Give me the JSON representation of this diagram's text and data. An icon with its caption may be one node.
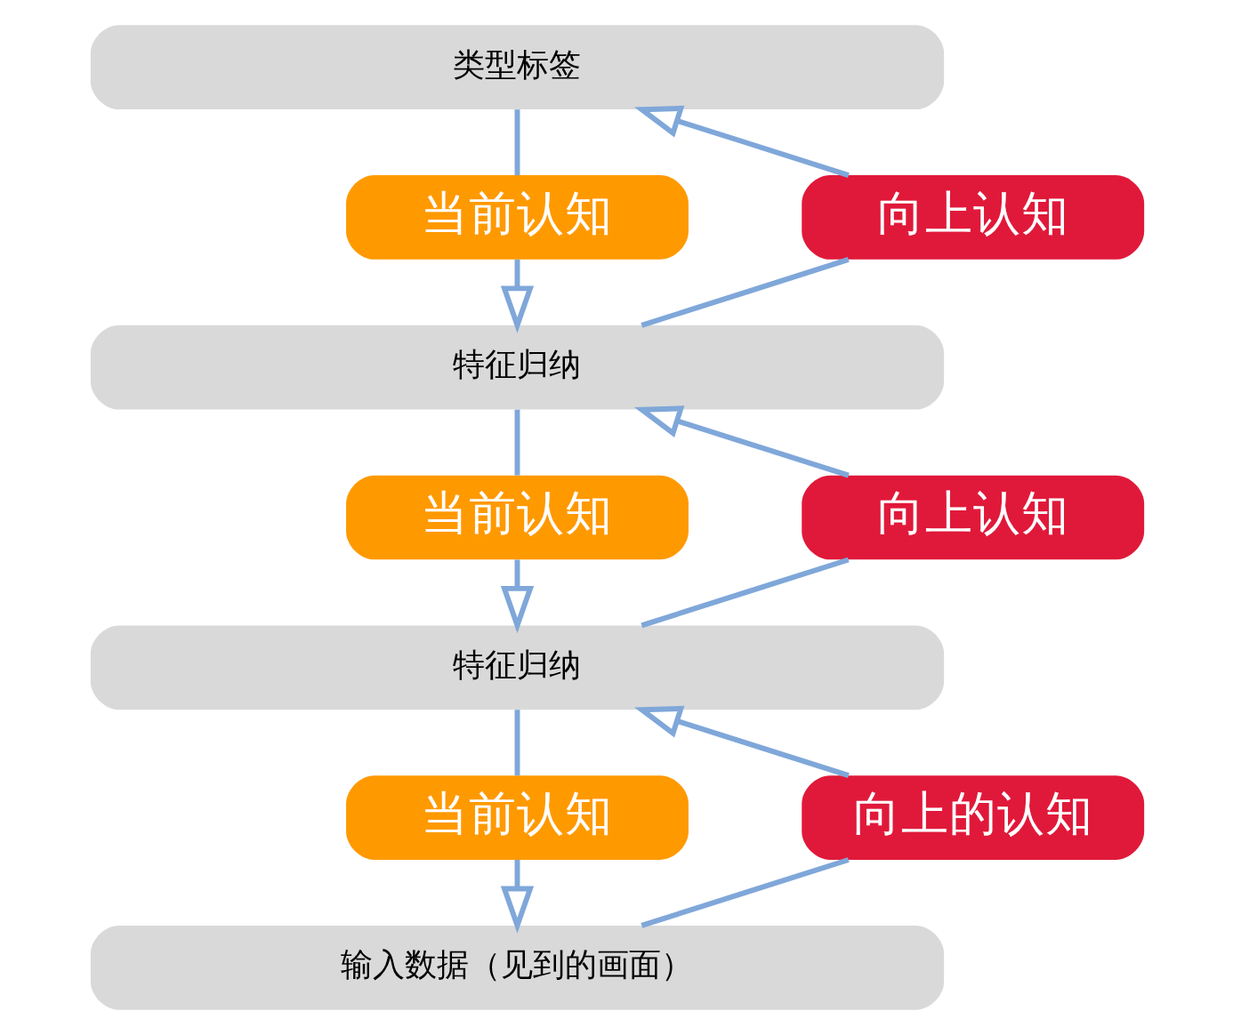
{
  "diagram": {
    "nodes": [
      {
        "text": [
          "类型标签"
        ]
      },
      {
        "text": [
          "当前认知"
        ]
      },
      {
        "text": [
          "向上认知"
        ]
      },
      {
        "text": [
          "特征归纳"
        ]
      },
      {
        "text": [
          "当前认知"
        ]
      },
      {
        "text": [
          "向上认知"
        ]
      },
      {
        "text": [
          "特征归纳"
        ]
      },
      {
        "text": [
          "当前认知"
        ]
      },
      {
        "text": [
          "向上的认知"
        ]
      },
      {
        "text": [
          "输入数据（见到的画面）"
        ]
      }
    ],
    "edges": [
      {
        "from": 0,
        "to": 1,
        "arrow": "none"
      },
      {
        "from": 1,
        "to": 3,
        "arrow": "to"
      },
      {
        "from": 3,
        "to": 2,
        "arrow": "none"
      },
      {
        "from": 2,
        "to": 0,
        "arrow": "to"
      },
      {
        "from": 3,
        "to": 4,
        "arrow": "none"
      },
      {
        "from": 4,
        "to": 6,
        "arrow": "to"
      },
      {
        "from": 6,
        "to": 5,
        "arrow": "none"
      },
      {
        "from": 5,
        "to": 3,
        "arrow": "to"
      },
      {
        "from": 6,
        "to": 7,
        "arrow": "none"
      },
      {
        "from": 7,
        "to": 9,
        "arrow": "to"
      },
      {
        "from": 9,
        "to": 8,
        "arrow": "none"
      },
      {
        "from": 8,
        "to": 6,
        "arrow": "to"
      }
    ]
  }
}
